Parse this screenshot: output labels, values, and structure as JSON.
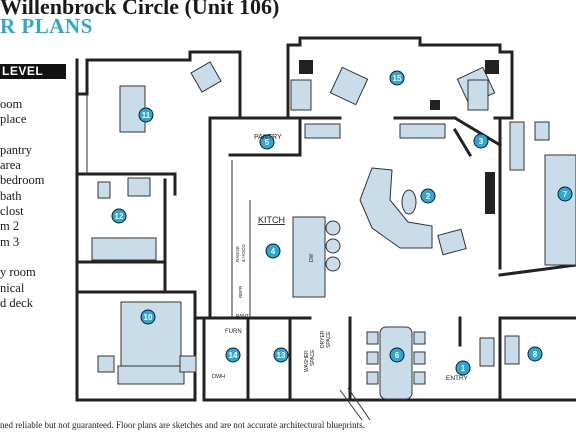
{
  "header": {
    "title": "Willenbrock Circle (Unit 106)",
    "subtitle": "R PLANS"
  },
  "level_banner": "LEVEL",
  "legend": [
    "oom",
    "place",
    "",
    "pantry",
    "area",
    "bedroom",
    "bath",
    "clost",
    "m 2",
    "m 3",
    "",
    "y room",
    "nical",
    "d deck"
  ],
  "room_markers": [
    {
      "id": "1",
      "name": "marker-1"
    },
    {
      "id": "2",
      "name": "marker-2"
    },
    {
      "id": "3",
      "name": "marker-3"
    },
    {
      "id": "4",
      "name": "marker-4"
    },
    {
      "id": "5",
      "name": "marker-5"
    },
    {
      "id": "6",
      "name": "marker-6"
    },
    {
      "id": "7",
      "name": "marker-7"
    },
    {
      "id": "8",
      "name": "marker-8"
    },
    {
      "id": "10",
      "name": "marker-10"
    },
    {
      "id": "11",
      "name": "marker-11"
    },
    {
      "id": "12",
      "name": "marker-12"
    },
    {
      "id": "13",
      "name": "marker-13"
    },
    {
      "id": "14",
      "name": "marker-14"
    },
    {
      "id": "15",
      "name": "marker-15"
    }
  ],
  "plan_labels": {
    "pantry": "PANTRY",
    "kitch": "KITCH",
    "entry": "ENTRY",
    "furn": "FURN",
    "dw": "DW",
    "dwh": "DWH",
    "washer": "WASHER",
    "dryer": "DRYER",
    "space1": "SPACE",
    "space2": "SPACE",
    "range": "RANGE",
    "hood": "& HOOD",
    "pant": "PANT",
    "refr": "REFR"
  },
  "footer": "ned reliable but not guaranteed. Floor plans are sketches and are not accurate architectural blueprints.",
  "colors": {
    "accent": "#2aa8d6",
    "wall": "#222222",
    "furniture": "#c9dcea",
    "marker_stroke": "#1a1a1a"
  }
}
